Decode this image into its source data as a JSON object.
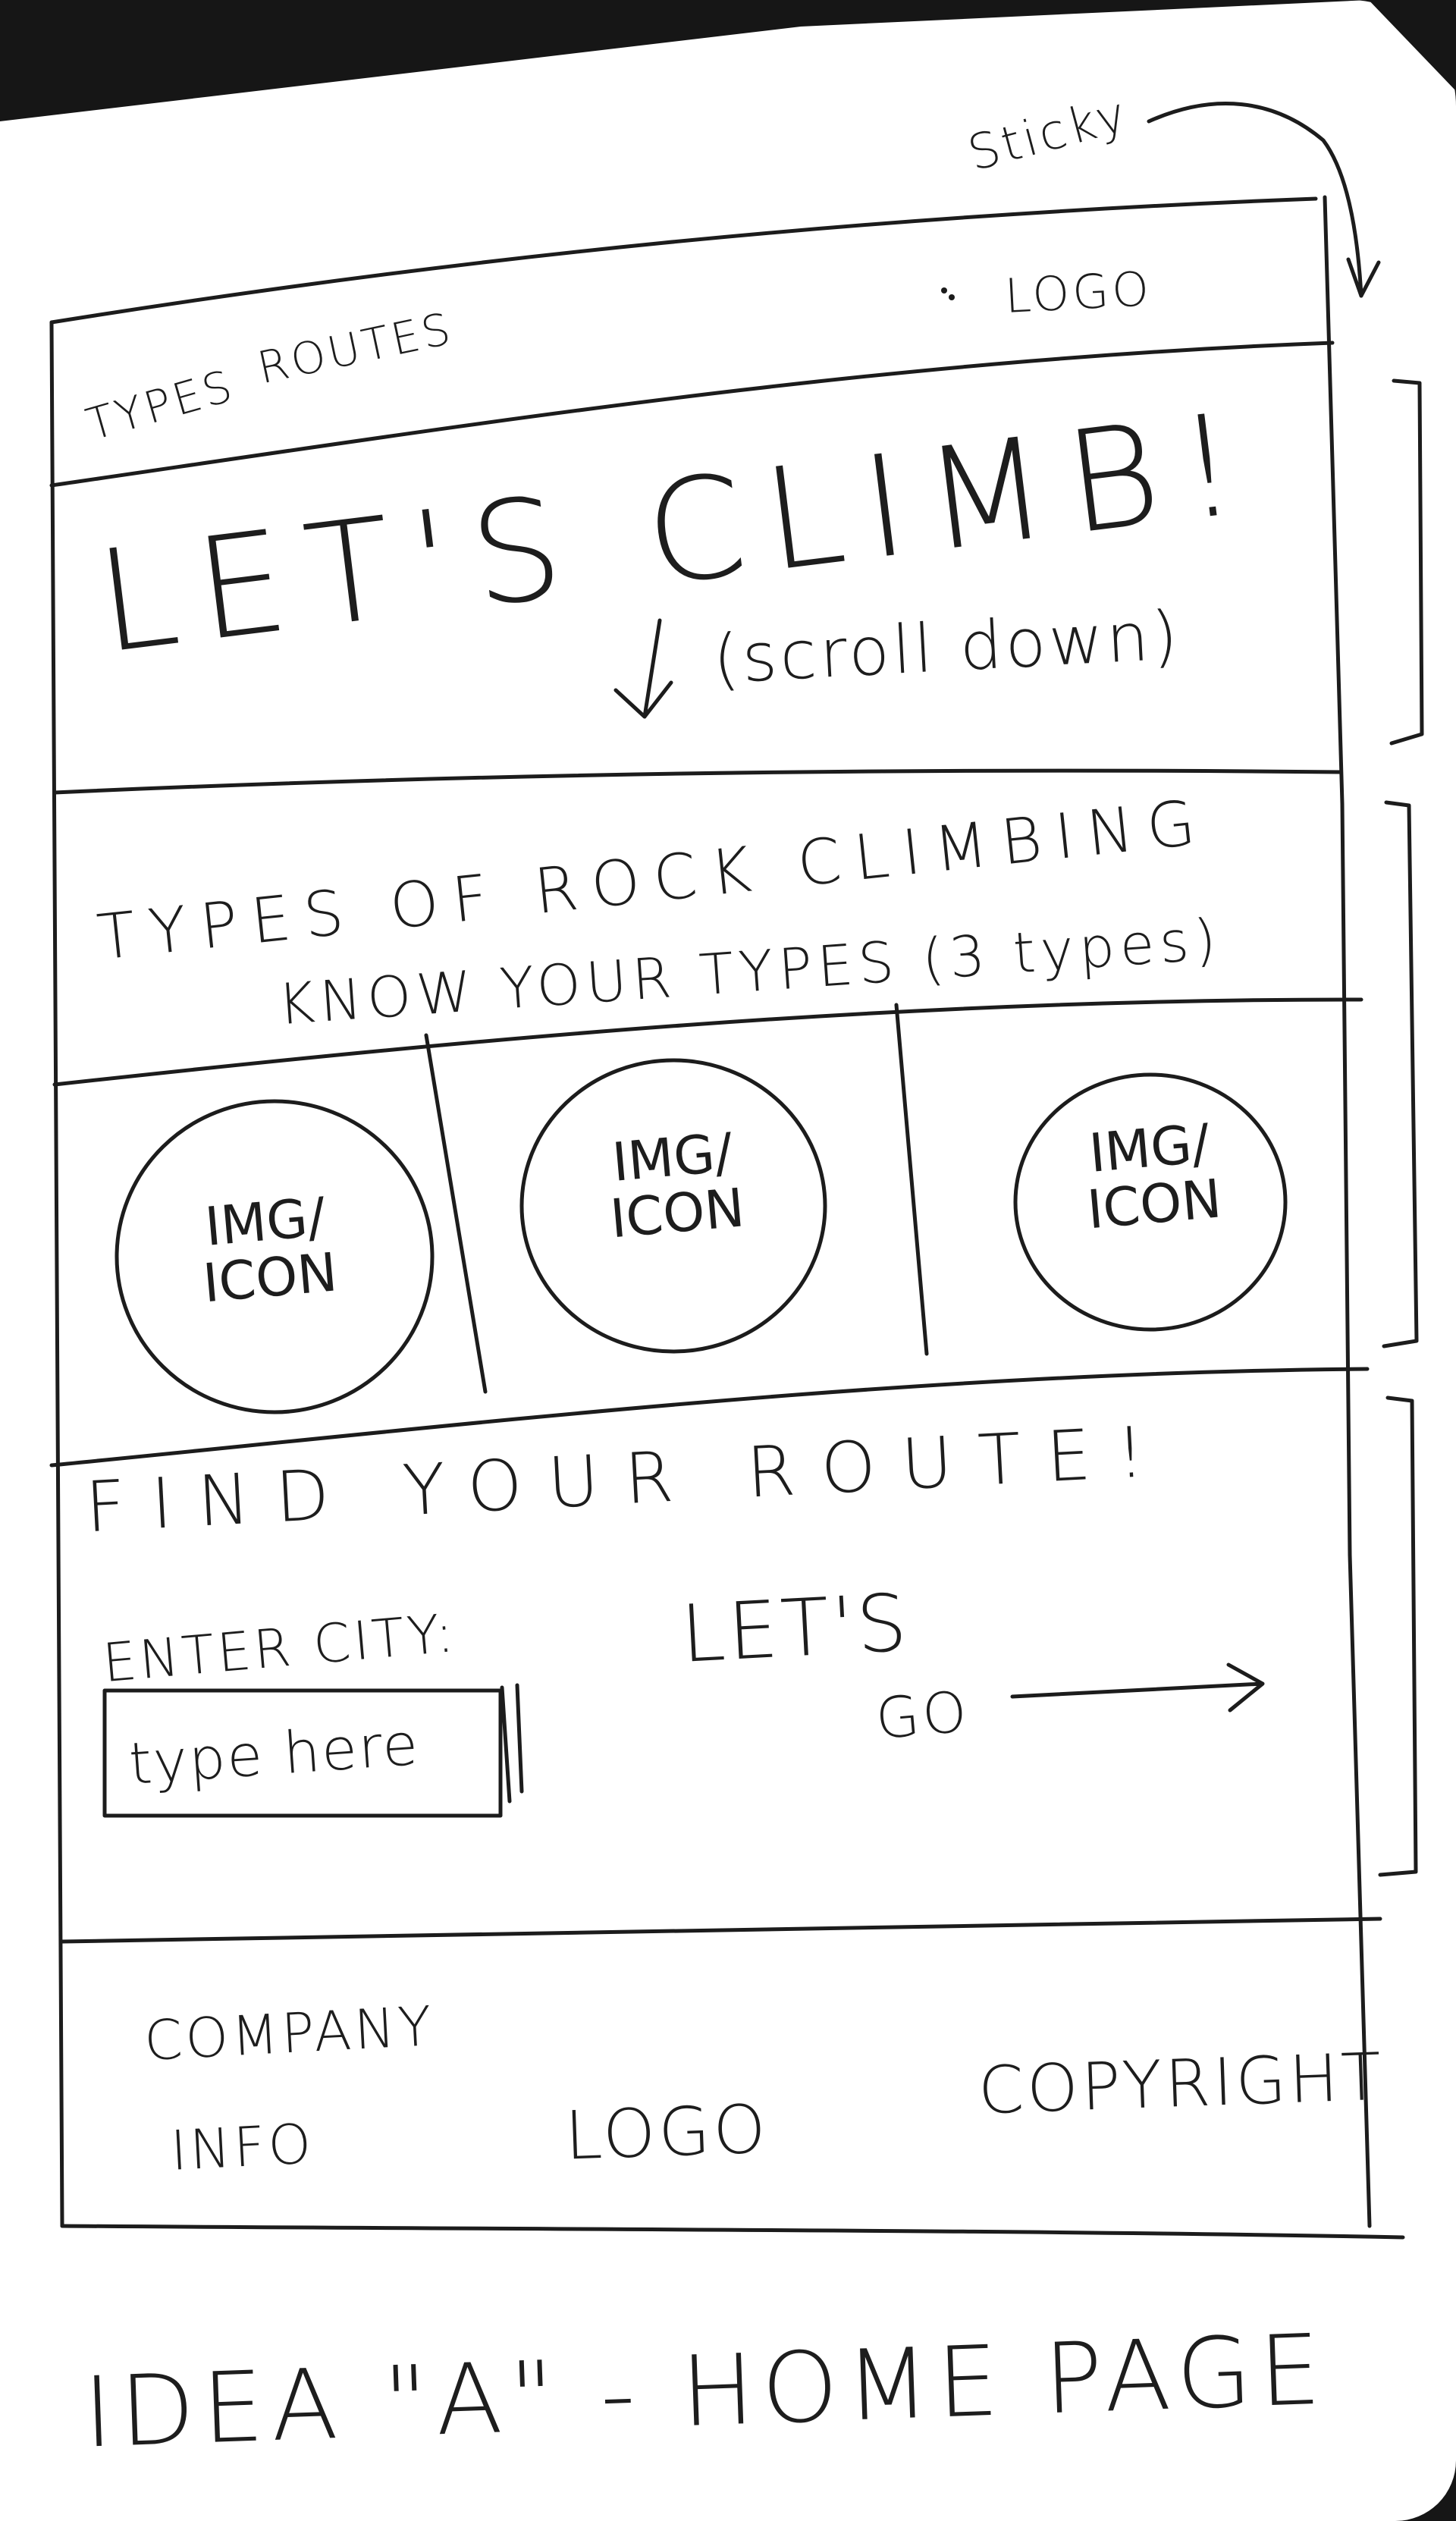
{
  "annotation": {
    "sticky_note": "Sticky"
  },
  "header": {
    "nav": {
      "types": "TYPES",
      "routes": "ROUTES"
    },
    "logo": "LOGO"
  },
  "hero": {
    "title": "LET'S CLIMB!",
    "hint": "(scroll down)"
  },
  "types_section": {
    "title": "TYPES OF ROCK CLIMBING",
    "subtitle": "KNOW YOUR TYPES (3 types)",
    "cards": [
      {
        "label": "IMG/\nICON"
      },
      {
        "label": "IMG/\nICON"
      },
      {
        "label": "IMG/\nICON"
      }
    ]
  },
  "route_section": {
    "title": "FIND YOUR ROUTE!",
    "city_label": "ENTER CITY:",
    "city_input_placeholder": "type here",
    "go_line1": "LET'S",
    "go_line2": "GO"
  },
  "footer": {
    "company_line1": "COMPANY",
    "company_line2": "INFO",
    "logo": "LOGO",
    "copyright": "COPYRIGHT"
  },
  "caption": "IDEA \"A\" - HOME PAGE",
  "colors": {
    "ink": "#1c1c1c",
    "paper": "#ffffff",
    "background": "#161616"
  }
}
